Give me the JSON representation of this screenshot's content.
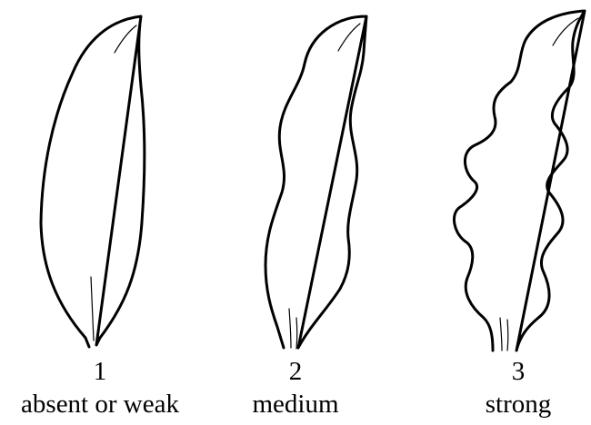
{
  "figure": {
    "items": [
      {
        "number": "1",
        "label": "absent or weak"
      },
      {
        "number": "2",
        "label": "medium"
      },
      {
        "number": "3",
        "label": "strong"
      }
    ]
  },
  "colors": {
    "stroke": "#000000",
    "background": "#ffffff"
  }
}
